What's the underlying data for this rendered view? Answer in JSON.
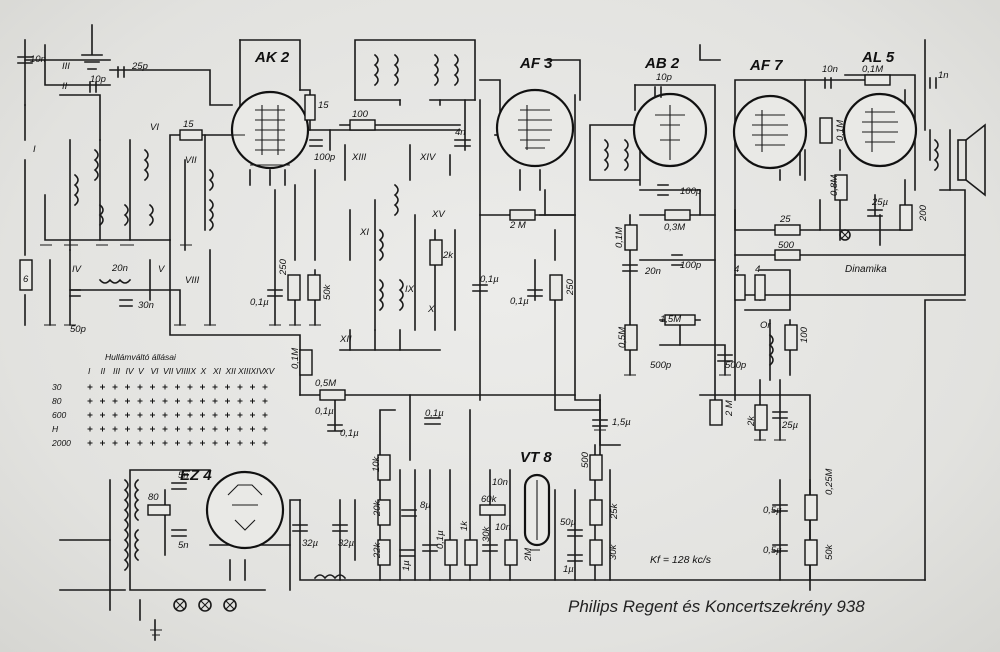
{
  "caption": "Philips Regent és Koncertszekrény 938",
  "tubes": [
    {
      "id": "ak2",
      "name": "AK 2"
    },
    {
      "id": "af3",
      "name": "AF 3"
    },
    {
      "id": "ab2",
      "name": "AB 2"
    },
    {
      "id": "af7",
      "name": "AF 7"
    },
    {
      "id": "al5",
      "name": "AL 5"
    },
    {
      "id": "ez4",
      "name": "EZ 4"
    },
    {
      "id": "vt8",
      "name": "VT 8"
    }
  ],
  "if_note": "Kf = 128 kc/s",
  "dinamika_label": "Dinamika",
  "switch_table": {
    "title": "Hullámváltó állásai",
    "columns": [
      "I",
      "II",
      "III",
      "IV",
      "V",
      "VI",
      "VII",
      "VIII",
      "IX",
      "X",
      "XI",
      "XII",
      "XIII",
      "XIV",
      "XV"
    ],
    "rows": [
      {
        "band": "30"
      },
      {
        "band": "80"
      },
      {
        "band": "600"
      },
      {
        "band": "H"
      },
      {
        "band": "2000"
      }
    ]
  },
  "component_labels": [
    {
      "id": "c10n",
      "text": "10n"
    },
    {
      "id": "sIII",
      "text": "III"
    },
    {
      "id": "sII",
      "text": "II"
    },
    {
      "id": "c10p",
      "text": "10p"
    },
    {
      "id": "c25p",
      "text": "25p"
    },
    {
      "id": "sI",
      "text": "I"
    },
    {
      "id": "r6",
      "text": "6"
    },
    {
      "id": "sIV",
      "text": "IV"
    },
    {
      "id": "c20n",
      "text": "20n"
    },
    {
      "id": "sV",
      "text": "V"
    },
    {
      "id": "c30n",
      "text": "30n"
    },
    {
      "id": "c50p",
      "text": "50p"
    },
    {
      "id": "sVI",
      "text": "VI"
    },
    {
      "id": "r15a",
      "text": "15"
    },
    {
      "id": "sVII",
      "text": "VII"
    },
    {
      "id": "sVIII",
      "text": "VIII"
    },
    {
      "id": "r15b",
      "text": "15"
    },
    {
      "id": "r100",
      "text": "100"
    },
    {
      "id": "c100p",
      "text": "100p"
    },
    {
      "id": "sXIII",
      "text": "XIII"
    },
    {
      "id": "sXIV",
      "text": "XIV"
    },
    {
      "id": "c4n",
      "text": "4n"
    },
    {
      "id": "sXV",
      "text": "XV"
    },
    {
      "id": "sXI",
      "text": "XI"
    },
    {
      "id": "r2k",
      "text": "2k"
    },
    {
      "id": "sXII",
      "text": "XII"
    },
    {
      "id": "sIX",
      "text": "IX"
    },
    {
      "id": "sX",
      "text": "X"
    },
    {
      "id": "r250a",
      "text": "250"
    },
    {
      "id": "r50k",
      "text": "50k"
    },
    {
      "id": "c01a",
      "text": "0,1µ"
    },
    {
      "id": "r01M",
      "text": "0,1M"
    },
    {
      "id": "r05M",
      "text": "0,5M"
    },
    {
      "id": "c01b",
      "text": "0,1µ"
    },
    {
      "id": "c01c",
      "text": "0,1µ"
    },
    {
      "id": "c01d",
      "text": "0,1µ"
    },
    {
      "id": "r2M",
      "text": "2 M"
    },
    {
      "id": "c01e",
      "text": "0,1µ"
    },
    {
      "id": "c01f",
      "text": "0,1µ"
    },
    {
      "id": "r250b",
      "text": "250"
    },
    {
      "id": "c10p2",
      "text": "10p"
    },
    {
      "id": "c100p2",
      "text": "100p"
    },
    {
      "id": "r03M",
      "text": "0,3M"
    },
    {
      "id": "r01M2",
      "text": "0,1M"
    },
    {
      "id": "c20n2",
      "text": "20n"
    },
    {
      "id": "c100p3",
      "text": "100p"
    },
    {
      "id": "p05M",
      "text": "0,5M"
    },
    {
      "id": "p15M",
      "text": "1,5M"
    },
    {
      "id": "c500p",
      "text": "500p"
    },
    {
      "id": "c500p2",
      "text": "500p"
    },
    {
      "id": "c15u",
      "text": "1,5µ"
    },
    {
      "id": "r2M2",
      "text": "2 M"
    },
    {
      "id": "c10n2",
      "text": "10n"
    },
    {
      "id": "r01M3",
      "text": "0,1M"
    },
    {
      "id": "c1n",
      "text": "1n"
    },
    {
      "id": "r01M4",
      "text": "0,1M"
    },
    {
      "id": "r08M",
      "text": "0,8M"
    },
    {
      "id": "c25u",
      "text": "25µ"
    },
    {
      "id": "r200",
      "text": "200"
    },
    {
      "id": "r25",
      "text": "25"
    },
    {
      "id": "r500",
      "text": "500"
    },
    {
      "id": "r4a",
      "text": "4"
    },
    {
      "id": "r4b",
      "text": "4"
    },
    {
      "id": "sOr",
      "text": "Or"
    },
    {
      "id": "r100b",
      "text": "100"
    },
    {
      "id": "r2k2",
      "text": "2k"
    },
    {
      "id": "c25u2",
      "text": "25µ"
    },
    {
      "id": "r025M",
      "text": "0,25M"
    },
    {
      "id": "c05u",
      "text": "0,5µ"
    },
    {
      "id": "c05u2",
      "text": "0,5µ"
    },
    {
      "id": "r50k2",
      "text": "50k"
    },
    {
      "id": "c5n",
      "text": "5n"
    },
    {
      "id": "r80",
      "text": "80"
    },
    {
      "id": "c5n2",
      "text": "5n"
    },
    {
      "id": "c32u",
      "text": "32µ"
    },
    {
      "id": "c32u2",
      "text": "32µ"
    },
    {
      "id": "r10k",
      "text": "10k"
    },
    {
      "id": "r20k",
      "text": "20k"
    },
    {
      "id": "r22k",
      "text": "22k"
    },
    {
      "id": "c8u",
      "text": "8µ"
    },
    {
      "id": "c1u",
      "text": "1µ"
    },
    {
      "id": "c01g",
      "text": "0,1µ"
    },
    {
      "id": "r1k",
      "text": "1k"
    },
    {
      "id": "r60k",
      "text": "60k"
    },
    {
      "id": "r30k",
      "text": "30k"
    },
    {
      "id": "c10n3",
      "text": "10n"
    },
    {
      "id": "c10n4",
      "text": "10n"
    },
    {
      "id": "r2M3",
      "text": "2M"
    },
    {
      "id": "c50u",
      "text": "50µ"
    },
    {
      "id": "c1u2",
      "text": "1µ"
    },
    {
      "id": "r500b",
      "text": "500"
    },
    {
      "id": "r25k",
      "text": "25k"
    },
    {
      "id": "r30k2",
      "text": "30k"
    }
  ]
}
